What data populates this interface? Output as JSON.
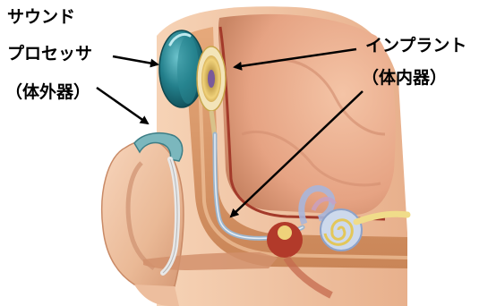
{
  "labels": {
    "sound_processor": {
      "line1": "サウンド",
      "line2": "プロセッサ",
      "line3": "（体外器）"
    },
    "implant": {
      "line1": "インプラント",
      "line2": "（体内器）"
    }
  },
  "colors": {
    "background": "#ffffff",
    "skin_outer": "#f2c7a3",
    "skin_shadow": "#e0a27a",
    "bone": "#d99a6a",
    "brain_tissue": "#e9a98b",
    "processor_teal": "#1f7f8a",
    "processor_highlight": "#4fb3bd",
    "implant_gold": "#e0b85a",
    "cochlea_blue": "#8fa7d0",
    "electrode_lead": "#9fb6cf",
    "arrow": "#000000",
    "text": "#000000"
  },
  "icons": {
    "processor": "sound-processor-disc",
    "implant": "implant-receiver-coil",
    "cochlea": "cochlea-spiral"
  }
}
